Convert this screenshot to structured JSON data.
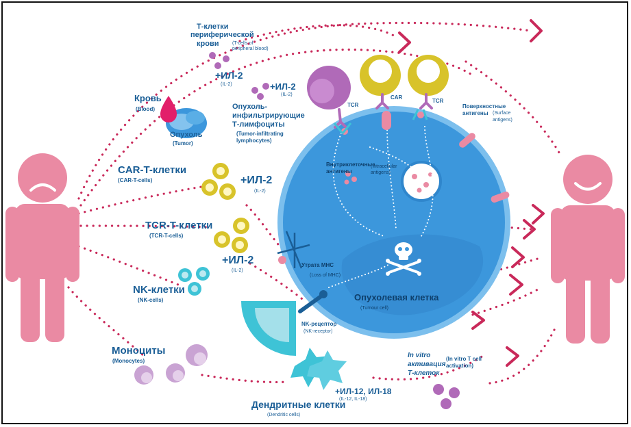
{
  "colors": {
    "person": "#ea8aa3",
    "tumor_cell": "#3c97dc",
    "tumor_inner": "#84c3ee",
    "dots": "#c9295a",
    "text": "#1a5e96",
    "tcell_purple": "#b06ab8",
    "car_yellow": "#d8c32a",
    "nk_teal": "#3ec3d6",
    "monocyte": "#c9a3d3"
  },
  "labels": {
    "blood": {
      "ru": "Кровь",
      "en": "(Blood)"
    },
    "tumor": {
      "ru": "Опухоль",
      "en": "(Tumor)"
    },
    "peripheral_t": {
      "ru1": "Т-клетки",
      "ru2": "периферической",
      "ru3": "крови",
      "en1": "(T-cells of",
      "en2": "peripheral blood)"
    },
    "il2_top": {
      "ru": "+ИЛ-2",
      "en": "(IL-2)"
    },
    "il2_small": {
      "ru": "+ИЛ-2",
      "en": "(IL-2)"
    },
    "til": {
      "ru1": "Опухоль-",
      "ru2": "инфильтрирующие",
      "ru3": "Т-лимфоциты",
      "en1": "(Tumor-infiltrating",
      "en2": "lymphocytes)"
    },
    "car_t": {
      "ru": "CAR-T-клетки",
      "en": "(CAR-T-cells)"
    },
    "il2_car": {
      "ru": "+ИЛ-2",
      "en": "(IL-2)"
    },
    "tcr_t": {
      "ru": "TCR-T-клетки",
      "en": "(TCR-T-cells)"
    },
    "il2_tcr": {
      "ru": "+ИЛ-2",
      "en": "(IL-2)"
    },
    "nk": {
      "ru": "NK-клетки",
      "en": "(NK-cells)"
    },
    "monocytes": {
      "ru": "Моноциты",
      "en": "(Monocytes)"
    },
    "dendritic": {
      "ru": "Дендритные клетки",
      "en": "(Dendritic cells)"
    },
    "il12": {
      "ru": "+ИЛ-12, ИЛ-18",
      "en": "(IL-12, IL-18)"
    },
    "in_vitro": {
      "ru1": "In vitro",
      "ru2": "активация",
      "ru3": "Т-клеток",
      "en1": "(In vitro T cell",
      "en2": "activation)"
    },
    "tcr1": "TCR",
    "car": "CAR",
    "tcr2": "TCR",
    "surface": {
      "ru1": "Поверхностные",
      "ru2": "антигены",
      "en1": "(Surface",
      "en2": "antigens)"
    },
    "intracellular": {
      "ru1": "Внутриклеточные",
      "ru2": "антигены",
      "en1": "(Intracellular",
      "en2": "antigens)"
    },
    "mhc_loss": {
      "ru": "Утрата МНС",
      "en": "(Loss of MHC)"
    },
    "tumor_cell": {
      "ru": "Опухолевая клетка",
      "en": "(Tumour cell)"
    },
    "nk_receptor": {
      "ru": "NK-рецептор",
      "en": "(NK-receptor)"
    }
  },
  "icons": {
    "left_person": "sad-person-icon",
    "right_person": "happy-person-icon",
    "death": "skull-crossbones-icon",
    "blood": "blood-drop-icon"
  }
}
